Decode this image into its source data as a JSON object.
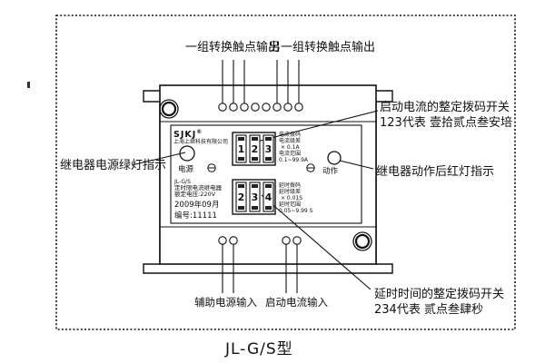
{
  "title": "JL-G/S型",
  "top_labels": {
    "contact_group_1": "一组转换触点输出",
    "contact_group_2": "另一组转换触点输出"
  },
  "callouts": {
    "current_dip_line1": "启动电流的整定拨码开关",
    "current_dip_line2": "123代表 壹拾贰点叁安培",
    "green_led": "继电器电源绿灯指示",
    "red_led": "继电器动作后红灯指示",
    "delay_dip_line1": "延时时间的整定拨码开关",
    "delay_dip_line2": "234代表 贰点叁肆秒",
    "aux_power_input": "辅助电源输入",
    "start_current_input": "启动电流输入"
  },
  "panel": {
    "brand": "SJKJ",
    "brand_mark": "®",
    "company": "上海上继科技有限公司",
    "power_label": "电源",
    "action_label": "动作",
    "model": "JL-G/S",
    "product_name": "定时限电流继电器",
    "rated_voltage": "额定电压:220V",
    "date": "2009年09月",
    "serial": "编号:11111",
    "current_dials": [
      "1",
      "2",
      "3"
    ],
    "delay_dials": [
      "2",
      "3",
      "4"
    ],
    "current_spec": [
      "电流拨码",
      "电流级差",
      "× 0.1A",
      "电流范围",
      "0.1~99.9A"
    ],
    "delay_spec": [
      "延时拨码",
      "延时级差",
      "× 0.01S",
      "延时范围",
      "0.05~9.99 S"
    ]
  },
  "colors": {
    "ink": "#111111",
    "panel_fill": "#ffffff"
  }
}
